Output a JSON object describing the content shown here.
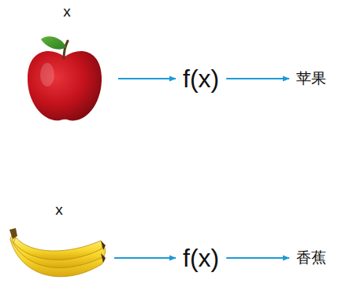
{
  "diagram": {
    "nodes": [
      {
        "text": [
          "x"
        ]
      },
      {
        "text": [
          "f(x)"
        ]
      },
      {
        "text": [
          "苹果"
        ]
      },
      {
        "text": [
          "x"
        ]
      },
      {
        "text": [
          "f(x)"
        ]
      },
      {
        "text": [
          "香蕉"
        ]
      }
    ],
    "edges": [
      {
        "from": 0,
        "to": 1,
        "arrow": "to"
      },
      {
        "from": 1,
        "to": 2,
        "arrow": "to"
      },
      {
        "from": 3,
        "to": 4,
        "arrow": "to"
      },
      {
        "from": 4,
        "to": 5,
        "arrow": "to"
      }
    ]
  }
}
